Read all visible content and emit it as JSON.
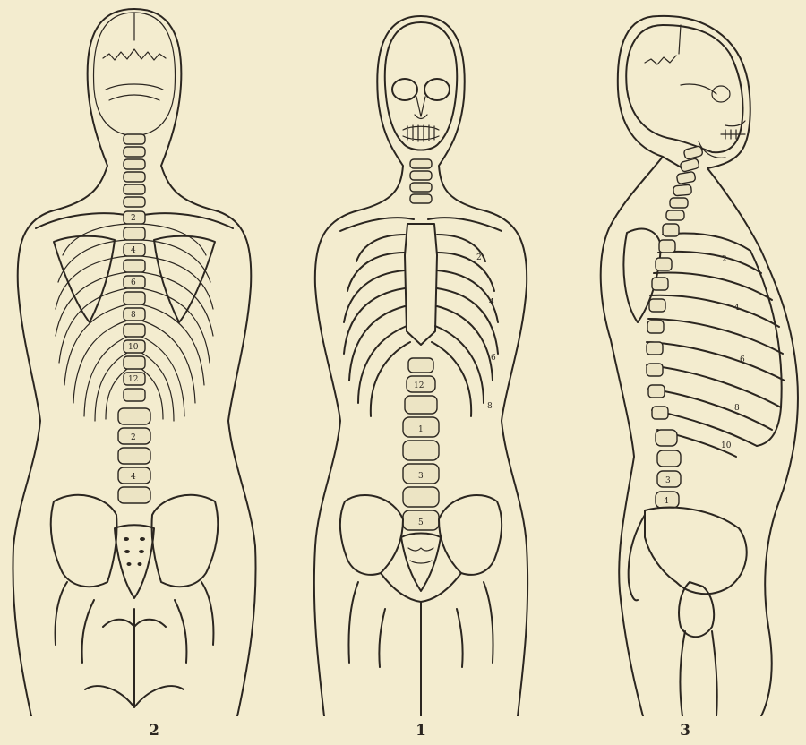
{
  "figures": [
    {
      "id": "figure-back-view",
      "caption": "2",
      "vertebra_labels": [
        "2",
        "4",
        "6",
        "8",
        "10",
        "12",
        "2",
        "4"
      ]
    },
    {
      "id": "figure-front-view",
      "caption": "1",
      "rib_labels": [
        "2",
        "4",
        "6",
        "8"
      ],
      "vertebra_labels": [
        "12",
        "1",
        "3",
        "5"
      ]
    },
    {
      "id": "figure-side-view",
      "caption": "3",
      "rib_labels": [
        "2",
        "4",
        "6",
        "8",
        "10"
      ],
      "vertebra_labels": [
        "3",
        "4"
      ]
    }
  ]
}
